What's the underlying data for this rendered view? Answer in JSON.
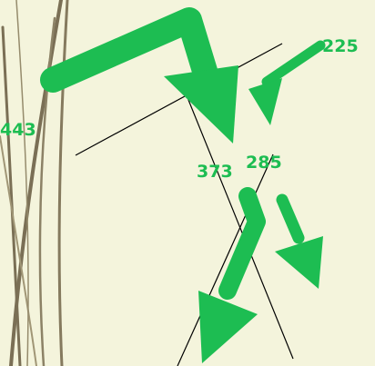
{
  "colors": {
    "background": "#f4f4dc",
    "flow": "#1dbd52",
    "reed": "#7a6f55",
    "line": "#000000"
  },
  "flows": [
    {
      "id": "main-flow",
      "value": 443,
      "label": "443"
    },
    {
      "id": "top-right-flow",
      "value": 225,
      "label": "225"
    },
    {
      "id": "center-flow",
      "value": 373,
      "label": "373"
    },
    {
      "id": "right-flow",
      "value": 285,
      "label": "285"
    }
  ]
}
